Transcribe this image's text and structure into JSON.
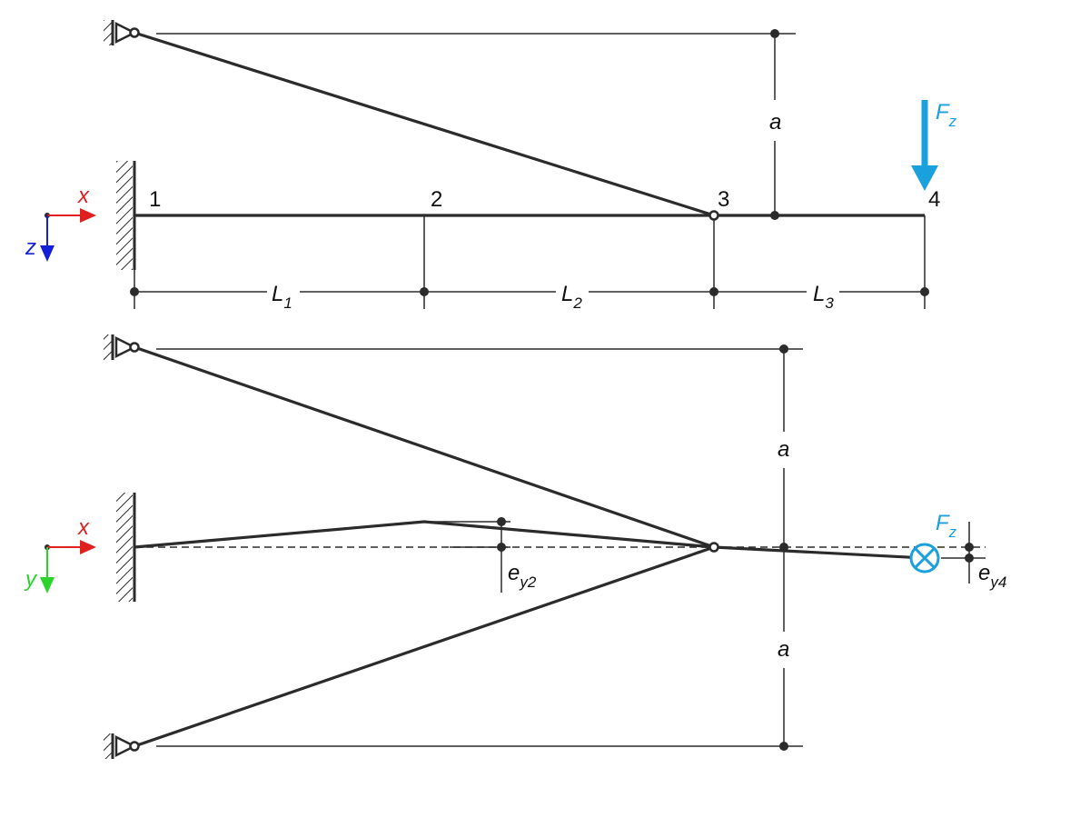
{
  "colors": {
    "structure": "#2b2b2b",
    "force": "#1aa0dc",
    "axis_x": "#e0201f",
    "axis_z": "#1420d8",
    "axis_y": "#2bd42b"
  },
  "nodes": [
    "1",
    "2",
    "3",
    "4"
  ],
  "spans": [
    {
      "main": "L",
      "sub": "1"
    },
    {
      "main": "L",
      "sub": "2"
    },
    {
      "main": "L",
      "sub": "3"
    }
  ],
  "dimensions": {
    "a_top": "a",
    "a_bottom_upper": "a",
    "a_bottom_lower": "a",
    "ey2": {
      "main": "e",
      "sub": "y2"
    },
    "ey4": {
      "main": "e",
      "sub": "y4"
    }
  },
  "force": {
    "main": "F",
    "sub": "z"
  },
  "force_bottom": {
    "main": "F",
    "sub": "z"
  },
  "axes_top": {
    "horizontal": "x",
    "vertical": "z"
  },
  "axes_bottom": {
    "horizontal": "x",
    "vertical": "y"
  },
  "icons": [
    "fixed-wall-support-icon",
    "pin-support-icon",
    "hinge-icon",
    "force-arrow-icon",
    "force-into-page-icon",
    "axis-arrow-icon"
  ]
}
